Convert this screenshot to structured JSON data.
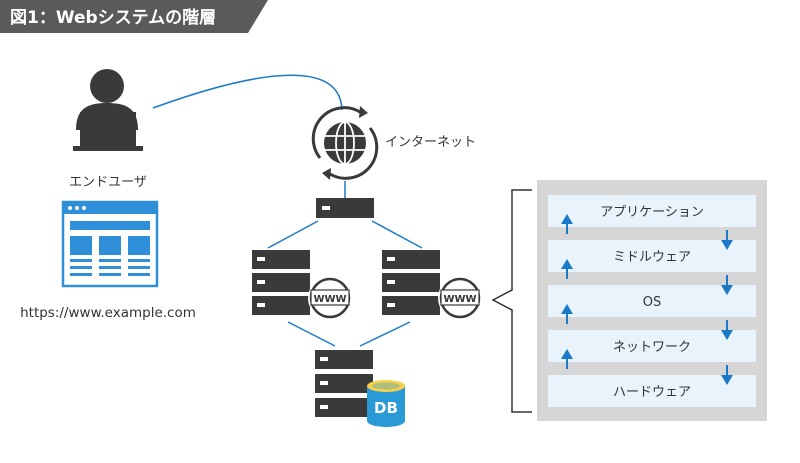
{
  "figure": {
    "title": "図1：Webシステムの階層"
  },
  "labels": {
    "end_user": "エンドユーザ",
    "url": "https://www.example.com",
    "internet": "インターネット",
    "www_badge": "WWW",
    "db_badge": "DB"
  },
  "layers": [
    {
      "label": "アプリケーション"
    },
    {
      "label": "ミドルウェア"
    },
    {
      "label": "OS"
    },
    {
      "label": "ネットワーク"
    },
    {
      "label": "ハードウェア"
    }
  ],
  "colors": {
    "title_bg": "#5a5a5a",
    "icon_dark": "#3a3a3a",
    "accent_blue": "#1a7ac8",
    "browser_blue": "#2f8fd8",
    "layer_fill": "#e8f3fb",
    "stack_bg": "#d6d6d6",
    "db_blue": "#2a9ad6"
  }
}
